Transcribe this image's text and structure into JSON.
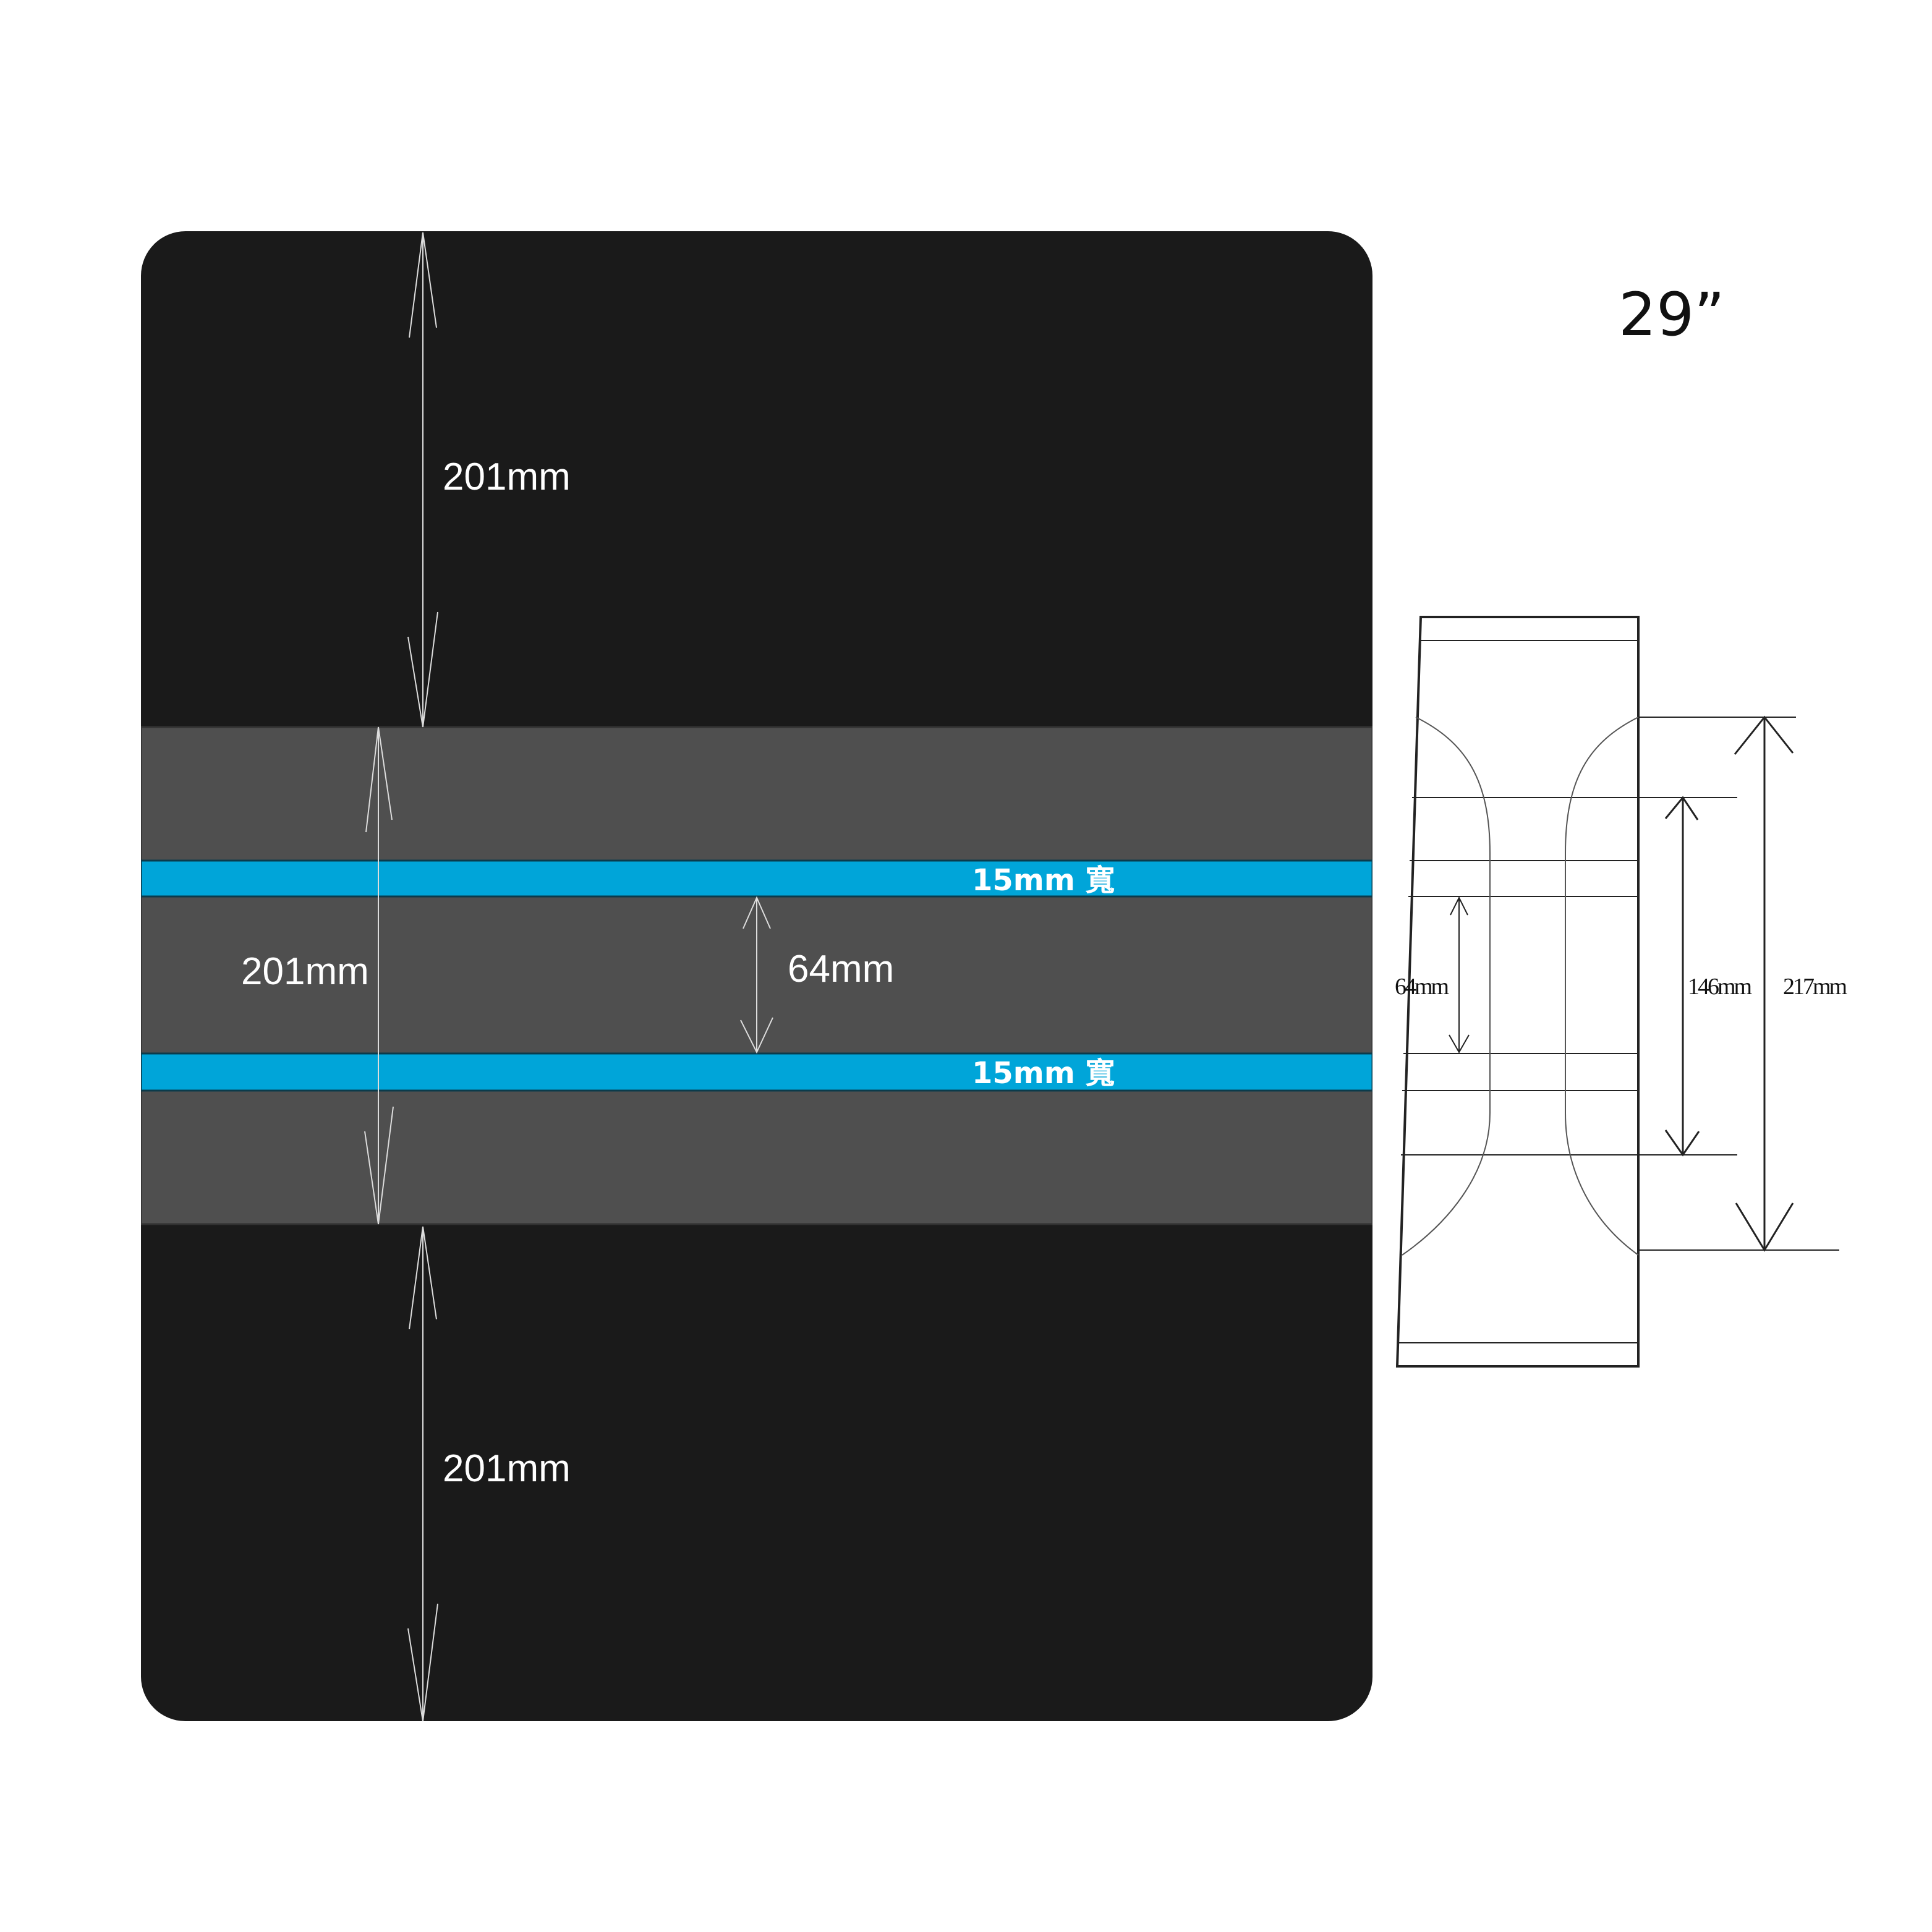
{
  "size_label": "29”",
  "colors": {
    "panel": "#1a1a1a",
    "band": "#4f4f4f",
    "stripe": "#00a5d9"
  },
  "main_panel": {
    "top_dimension": "201mm",
    "middle_dimension": "201mm",
    "gap_dimension": "64mm",
    "bottom_dimension": "201mm",
    "stripe_top_label": "15mm 寬",
    "stripe_bottom_label": "15mm 寬"
  },
  "side_view": {
    "inner_dimension": "64mm",
    "middle_dimension": "146mm",
    "outer_dimension": "217mm"
  }
}
